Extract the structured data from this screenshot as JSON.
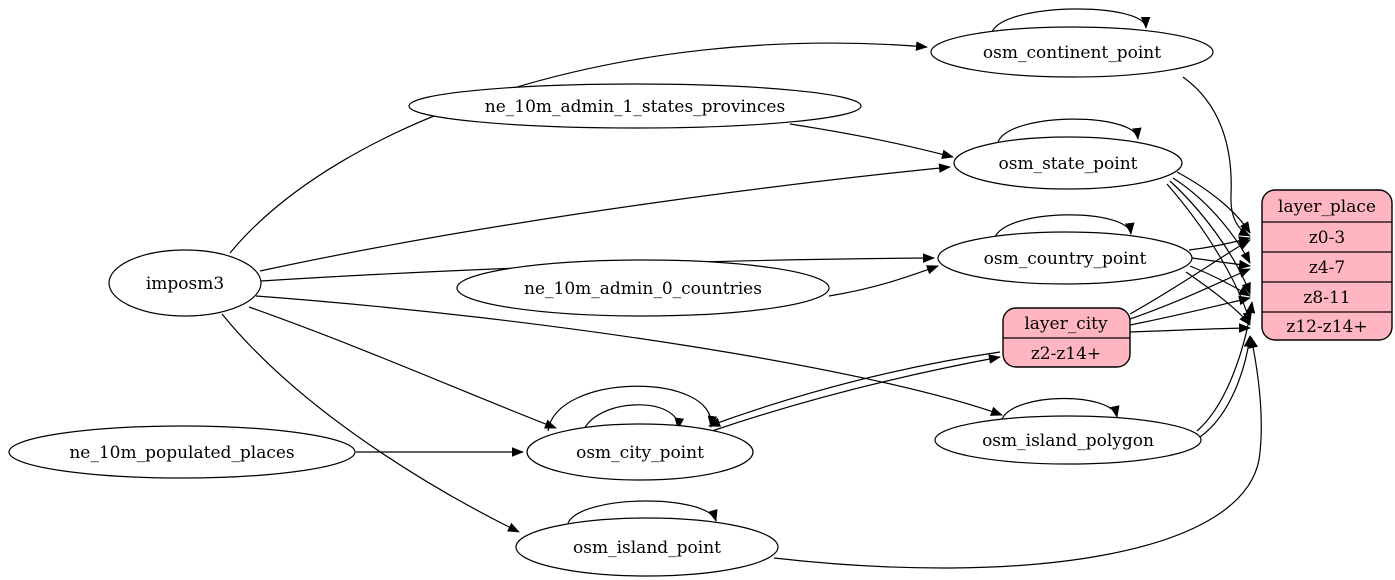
{
  "diagram": {
    "type": "etl-graph",
    "background_color": "#ffffff",
    "node_fill_color": "#ffffff",
    "record_fill_color": "#ffb6c1",
    "stroke_color": "#000000",
    "nodes": {
      "imposm3": {
        "label": "imposm3",
        "shape": "ellipse"
      },
      "ne_10m_admin_1_states_provinces": {
        "label": "ne_10m_admin_1_states_provinces",
        "shape": "ellipse"
      },
      "ne_10m_admin_0_countries": {
        "label": "ne_10m_admin_0_countries",
        "shape": "ellipse"
      },
      "ne_10m_populated_places": {
        "label": "ne_10m_populated_places",
        "shape": "ellipse"
      },
      "osm_continent_point": {
        "label": "osm_continent_point",
        "shape": "ellipse"
      },
      "osm_state_point": {
        "label": "osm_state_point",
        "shape": "ellipse"
      },
      "osm_country_point": {
        "label": "osm_country_point",
        "shape": "ellipse"
      },
      "osm_city_point": {
        "label": "osm_city_point",
        "shape": "ellipse"
      },
      "osm_island_polygon": {
        "label": "osm_island_polygon",
        "shape": "ellipse"
      },
      "osm_island_point": {
        "label": "osm_island_point",
        "shape": "ellipse"
      }
    },
    "records": {
      "layer_place": {
        "title": "layer_place",
        "rows": [
          "z0-3",
          "z4-7",
          "z8-11",
          "z12-z14+"
        ]
      },
      "layer_city": {
        "title": "layer_city",
        "rows": [
          "z2-z14+"
        ]
      }
    },
    "edges": [
      {
        "from": "imposm3",
        "to": "osm_continent_point"
      },
      {
        "from": "imposm3",
        "to": "osm_state_point"
      },
      {
        "from": "imposm3",
        "to": "osm_country_point"
      },
      {
        "from": "imposm3",
        "to": "osm_city_point"
      },
      {
        "from": "imposm3",
        "to": "osm_island_polygon"
      },
      {
        "from": "imposm3",
        "to": "osm_island_point"
      },
      {
        "from": "ne_10m_admin_1_states_provinces",
        "to": "osm_state_point"
      },
      {
        "from": "ne_10m_admin_0_countries",
        "to": "osm_country_point"
      },
      {
        "from": "ne_10m_populated_places",
        "to": "osm_city_point"
      },
      {
        "from": "osm_continent_point",
        "to": "osm_continent_point",
        "self_loop": true
      },
      {
        "from": "osm_state_point",
        "to": "osm_state_point",
        "self_loop": true
      },
      {
        "from": "osm_country_point",
        "to": "osm_country_point",
        "self_loop": true
      },
      {
        "from": "osm_city_point",
        "to": "osm_city_point",
        "self_loop": true
      },
      {
        "from": "osm_city_point",
        "to": "osm_city_point",
        "self_loop": true
      },
      {
        "from": "osm_island_polygon",
        "to": "osm_island_polygon",
        "self_loop": true
      },
      {
        "from": "osm_island_point",
        "to": "osm_island_point",
        "self_loop": true
      },
      {
        "from": "osm_continent_point",
        "to": "layer_place:z0-3"
      },
      {
        "from": "osm_state_point",
        "to": "layer_place:z0-3"
      },
      {
        "from": "osm_state_point",
        "to": "layer_place:z4-7"
      },
      {
        "from": "osm_state_point",
        "to": "layer_place:z8-11"
      },
      {
        "from": "osm_state_point",
        "to": "layer_place:z12-z14+"
      },
      {
        "from": "osm_country_point",
        "to": "layer_place:z0-3"
      },
      {
        "from": "osm_country_point",
        "to": "layer_place:z4-7"
      },
      {
        "from": "osm_country_point",
        "to": "layer_place:z8-11"
      },
      {
        "from": "osm_country_point",
        "to": "layer_place:z12-z14+"
      },
      {
        "from": "osm_city_point",
        "to": "layer_city:z2-z14+",
        "bidirectional": true
      },
      {
        "from": "layer_city",
        "to": "layer_place:z0-3"
      },
      {
        "from": "layer_city",
        "to": "layer_place:z4-7"
      },
      {
        "from": "layer_city",
        "to": "layer_place:z8-11"
      },
      {
        "from": "layer_city",
        "to": "layer_place:z12-z14+"
      },
      {
        "from": "osm_island_polygon",
        "to": "layer_place:z8-11"
      },
      {
        "from": "osm_island_polygon",
        "to": "layer_place:z12-z14+"
      },
      {
        "from": "osm_island_point",
        "to": "layer_place:z12-z14+"
      }
    ]
  }
}
